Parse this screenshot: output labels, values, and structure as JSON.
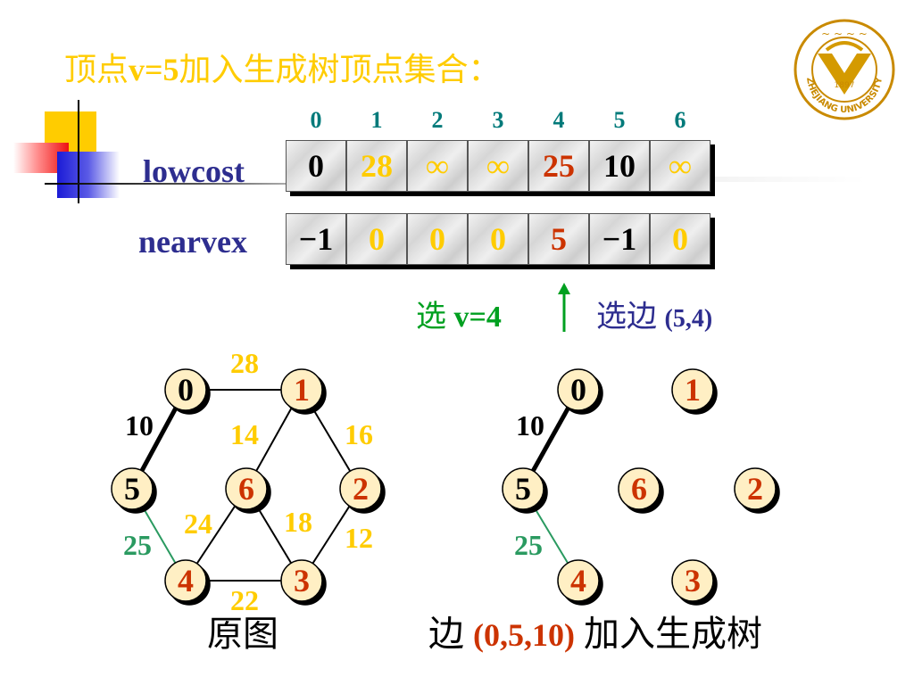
{
  "title": {
    "prefix": "顶点",
    "var": "v=5",
    "suffix": "加入生成树顶点集合："
  },
  "indices": [
    "0",
    "1",
    "2",
    "3",
    "4",
    "5",
    "6"
  ],
  "lowcost": {
    "label": "lowcost",
    "values": [
      "0",
      "28",
      "∞",
      "∞",
      "25",
      "10",
      "∞"
    ],
    "colors": [
      "black",
      "yellow",
      "yellow",
      "yellow",
      "red",
      "black",
      "yellow"
    ]
  },
  "nearvex": {
    "label": "nearvex",
    "values": [
      "−1",
      "0",
      "0",
      "0",
      "5",
      "−1",
      "0"
    ],
    "colors": [
      "black",
      "yellow",
      "yellow",
      "yellow",
      "red",
      "black",
      "yellow"
    ]
  },
  "select_vertex": {
    "prefix": "选 ",
    "value": "v=4"
  },
  "select_edge": {
    "prefix": "选边 ",
    "value": "(5,4)"
  },
  "captions": {
    "left": "原图",
    "right_prefix": "边 ",
    "right_edge": "(0,5,10)",
    "right_suffix": " 加入生成树"
  },
  "colors": {
    "node_fill": "#ffefc4",
    "node_text": "#cc3300",
    "weight_yellow": "#ffcc00",
    "weight_green": "#2a9a60",
    "edge_black": "#000000",
    "arrow_green": "#00a020"
  },
  "graph_left": {
    "nodes": [
      "0",
      "1",
      "2",
      "3",
      "4",
      "5",
      "6"
    ],
    "weights": {
      "e01": "28",
      "e05": "10",
      "e16": "14",
      "e12": "16",
      "e46": "24",
      "e36": "18",
      "e23": "12",
      "e54": "25",
      "e43": "22"
    }
  },
  "graph_right": {
    "nodes": [
      "0",
      "1",
      "2",
      "3",
      "4",
      "5",
      "6"
    ],
    "weights": {
      "e05": "10",
      "e54": "25"
    }
  },
  "logo_text": "ZHEJIANG UNIVERSITY",
  "logo_year": "1897"
}
